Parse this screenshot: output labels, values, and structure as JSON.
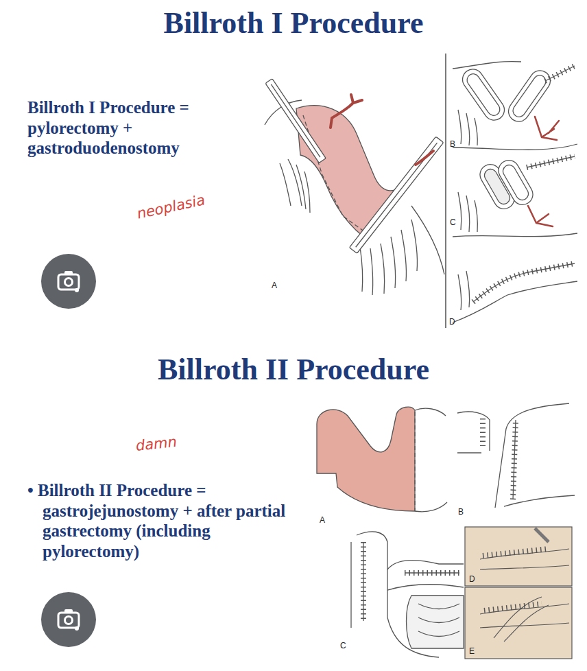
{
  "diagram": {
    "title": "Billroth I Procedure",
    "labels": [
      "Billroth I Procedure = pylorectomy + gastroduodenostomy",
      "neoplasia",
      "A",
      "B",
      "C",
      "D",
      "Billroth II Procedure",
      "damn",
      "• Billroth II Procedure = gastrojejunostomy + after partial gastrectomy (including pylorectomy)",
      "A",
      "B",
      "C",
      "D",
      "E"
    ]
  }
}
